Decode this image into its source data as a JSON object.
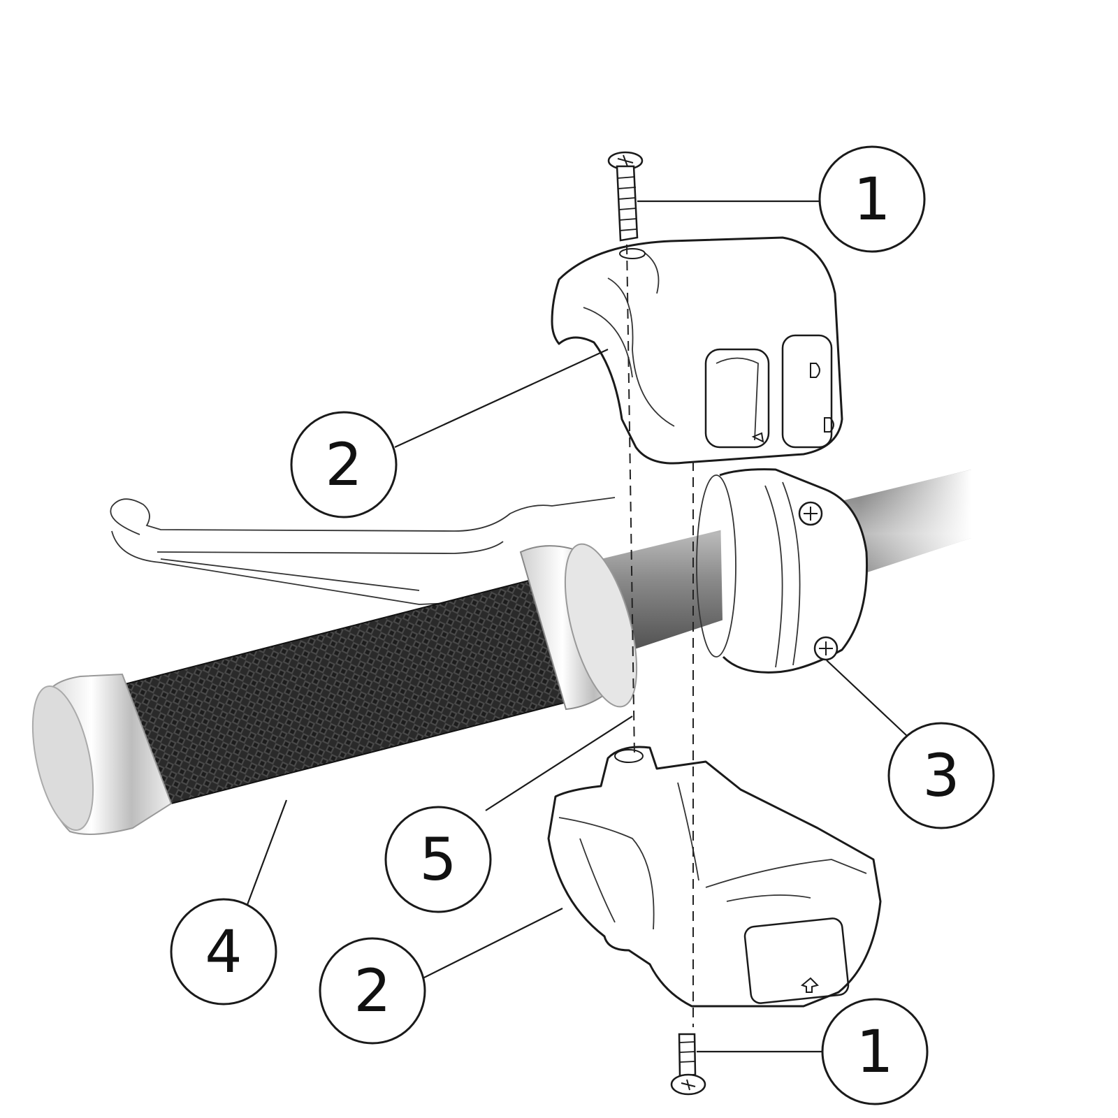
{
  "callouts": [
    {
      "id": "c1-top",
      "label": "1"
    },
    {
      "id": "c2-top",
      "label": "2"
    },
    {
      "id": "c3",
      "label": "3"
    },
    {
      "id": "c4",
      "label": "4"
    },
    {
      "id": "c5",
      "label": "5"
    },
    {
      "id": "c2-bottom",
      "label": "2"
    },
    {
      "id": "c1-bottom",
      "label": "1"
    }
  ],
  "colors": {
    "ink": "#1a1a1a",
    "grip": "#2b2b2b",
    "chrome": "#d9d9d9",
    "bar": "#8f8f8f"
  }
}
